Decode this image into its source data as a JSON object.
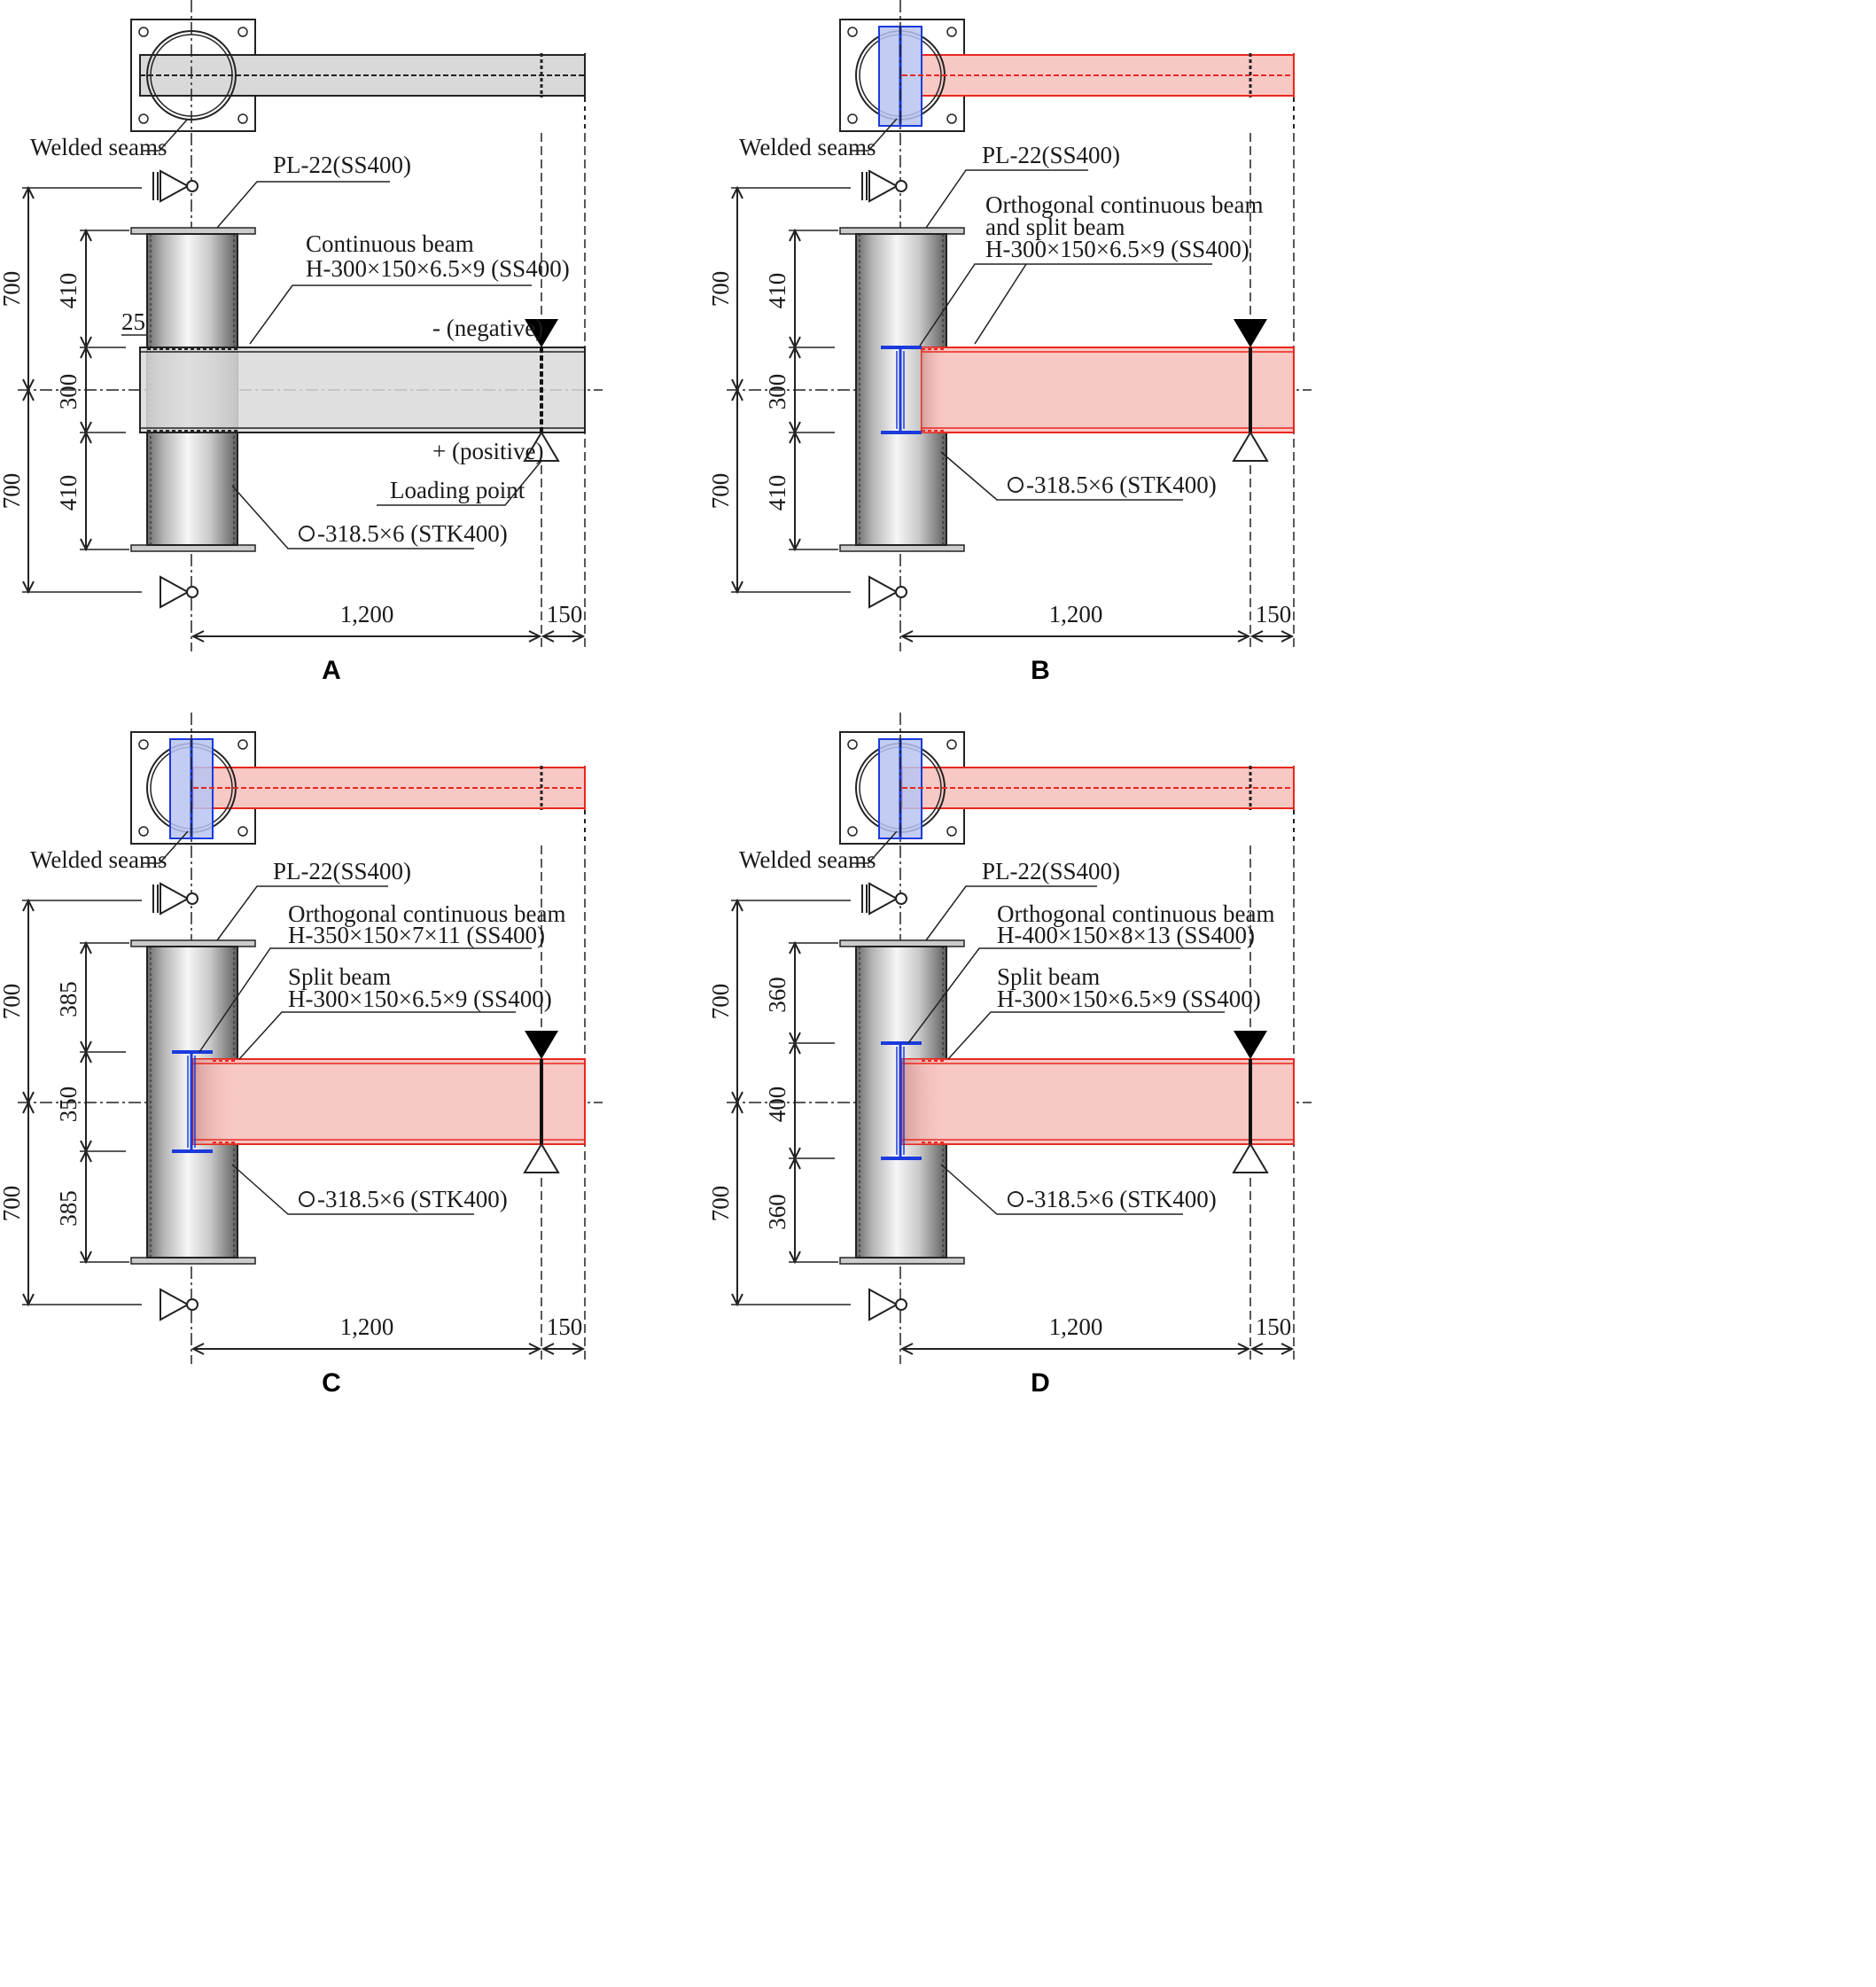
{
  "colors": {
    "grey_fill": "#d9d9d9",
    "red_fill": "#f8c8c4",
    "red_line": "#e8281e",
    "blue_fill": "#b8c4f2",
    "blue_line": "#1a3adc"
  },
  "panels": [
    {
      "label": "A",
      "welded": "Welded seams",
      "plate": "PL-22(SS400)",
      "beam_lines": [
        "Continuous beam",
        "H-300×150×6.5×9 (SS400)"
      ],
      "split_lines": [],
      "column": "-318.5×6 (STK400)",
      "negative": "- (negative)",
      "positive": "+ (positive)",
      "loading": "Loading point",
      "dim_total_top": "700",
      "dim_total_bot": "700",
      "dim_up": "410",
      "dim_mid": "300",
      "dim_low": "410",
      "dim_25": "25",
      "dim_span": "1,200",
      "dim_end": "150"
    },
    {
      "label": "B",
      "welded": "Welded seams",
      "plate": "PL-22(SS400)",
      "beam_lines": [
        "Orthogonal continuous beam",
        " and split beam",
        "H-300×150×6.5×9 (SS400)"
      ],
      "split_lines": [],
      "column": "-318.5×6 (STK400)",
      "dim_total_top": "700",
      "dim_total_bot": "700",
      "dim_up": "410",
      "dim_mid": "300",
      "dim_low": "410",
      "dim_span": "1,200",
      "dim_end": "150"
    },
    {
      "label": "C",
      "welded": "Welded seams",
      "plate": "PL-22(SS400)",
      "beam_lines": [
        "Orthogonal continuous beam",
        "H-350×150×7×11 (SS400)"
      ],
      "split_lines": [
        "Split beam",
        "H-300×150×6.5×9 (SS400)"
      ],
      "column": "-318.5×6 (STK400)",
      "dim_total_top": "700",
      "dim_total_bot": "700",
      "dim_up": "385",
      "dim_mid": "350",
      "dim_low": "385",
      "dim_span": "1,200",
      "dim_end": "150"
    },
    {
      "label": "D",
      "welded": "Welded seams",
      "plate": "PL-22(SS400)",
      "beam_lines": [
        "Orthogonal continuous beam",
        "H-400×150×8×13 (SS400)"
      ],
      "split_lines": [
        "Split beam",
        "H-300×150×6.5×9 (SS400)"
      ],
      "column": "-318.5×6 (STK400)",
      "dim_total_top": "700",
      "dim_total_bot": "700",
      "dim_up": "360",
      "dim_mid": "400",
      "dim_low": "360",
      "dim_span": "1,200",
      "dim_end": "150"
    }
  ]
}
